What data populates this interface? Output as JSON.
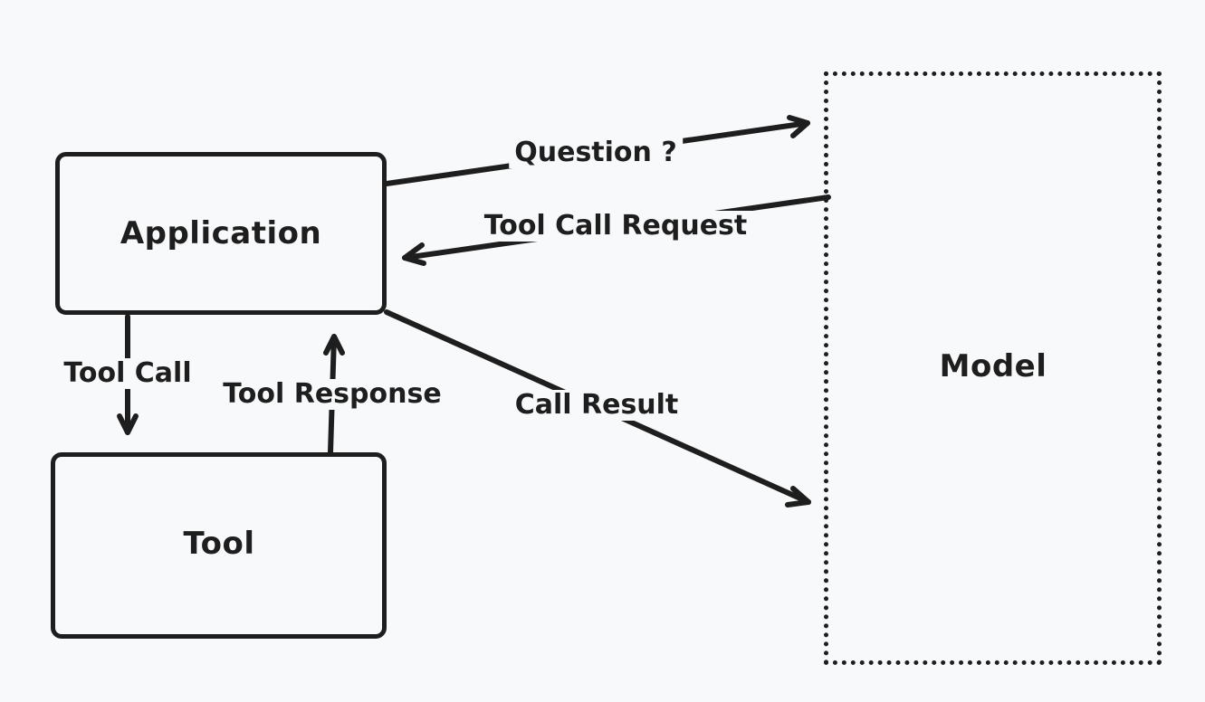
{
  "nodes": {
    "application": {
      "label": "Application"
    },
    "tool": {
      "label": "Tool"
    },
    "model": {
      "label": "Model"
    }
  },
  "edges": {
    "question": {
      "label": "Question ?"
    },
    "tool_call_request": {
      "label": "Tool Call Request"
    },
    "call_result": {
      "label": "Call Result"
    },
    "tool_call": {
      "label": "Tool Call"
    },
    "tool_response": {
      "label": "Tool Response"
    }
  },
  "colors": {
    "background": "#f8f9fa",
    "stroke": "#1e1e1e"
  }
}
